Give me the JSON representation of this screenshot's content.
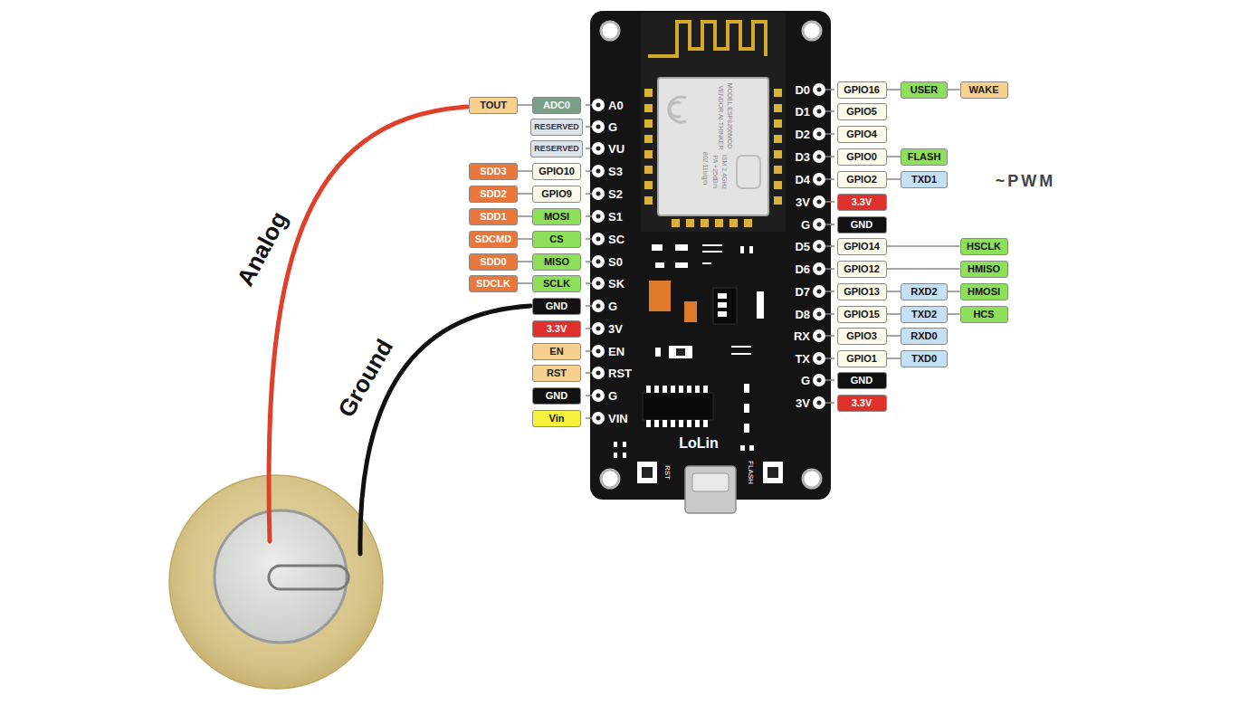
{
  "diagram": {
    "nodes": [
      {
        "text": [
          "TOUT"
        ]
      },
      {
        "text": [
          "ADC0"
        ]
      },
      {
        "text": [
          "RESERVED"
        ]
      },
      {
        "text": [
          "RESERVED"
        ]
      },
      {
        "text": [
          "SDD3"
        ]
      },
      {
        "text": [
          "GPIO10"
        ]
      },
      {
        "text": [
          "SDD2"
        ]
      },
      {
        "text": [
          "GPIO9"
        ]
      },
      {
        "text": [
          "SDD1"
        ]
      },
      {
        "text": [
          "MOSI"
        ]
      },
      {
        "text": [
          "SDCMD"
        ]
      },
      {
        "text": [
          "CS"
        ]
      },
      {
        "text": [
          "SDD0"
        ]
      },
      {
        "text": [
          "MISO"
        ]
      },
      {
        "text": [
          "SDCLK"
        ]
      },
      {
        "text": [
          "SCLK"
        ]
      },
      {
        "text": [
          "GND"
        ]
      },
      {
        "text": [
          "3.3V"
        ]
      },
      {
        "text": [
          "EN"
        ]
      },
      {
        "text": [
          "RST"
        ]
      },
      {
        "text": [
          "GND"
        ]
      },
      {
        "text": [
          "Vin"
        ]
      },
      {
        "text": [
          "GPIO16"
        ]
      },
      {
        "text": [
          "USER"
        ]
      },
      {
        "text": [
          "WAKE"
        ]
      },
      {
        "text": [
          "GPIO5"
        ]
      },
      {
        "text": [
          "GPIO4"
        ]
      },
      {
        "text": [
          "GPIO0"
        ]
      },
      {
        "text": [
          "FLASH"
        ]
      },
      {
        "text": [
          "GPIO2"
        ]
      },
      {
        "text": [
          "TXD1"
        ]
      },
      {
        "text": [
          "3.3V"
        ]
      },
      {
        "text": [
          "GND"
        ]
      },
      {
        "text": [
          "GPIO14"
        ]
      },
      {
        "text": [
          "HSCLK"
        ]
      },
      {
        "text": [
          "GPIO12"
        ]
      },
      {
        "text": [
          "HMISO"
        ]
      },
      {
        "text": [
          "GPIO13"
        ]
      },
      {
        "text": [
          "RXD2"
        ]
      },
      {
        "text": [
          "HMOSI"
        ]
      },
      {
        "text": [
          "GPIO15"
        ]
      },
      {
        "text": [
          "TXD2"
        ]
      },
      {
        "text": [
          "HCS"
        ]
      },
      {
        "text": [
          "GPIO3"
        ]
      },
      {
        "text": [
          "RXD0"
        ]
      },
      {
        "text": [
          "GPIO1"
        ]
      },
      {
        "text": [
          "TXD0"
        ]
      },
      {
        "text": [
          "GND"
        ]
      },
      {
        "text": [
          "3.3V"
        ]
      }
    ],
    "edges": [
      {
        "from": 0,
        "to": 1,
        "arrow": "none"
      },
      {
        "from": 4,
        "to": 5,
        "arrow": "none"
      },
      {
        "from": 6,
        "to": 7,
        "arrow": "none"
      },
      {
        "from": 8,
        "to": 9,
        "arrow": "none"
      },
      {
        "from": 10,
        "to": 11,
        "arrow": "none"
      },
      {
        "from": 12,
        "to": 13,
        "arrow": "none"
      },
      {
        "from": 14,
        "to": 15,
        "arrow": "none"
      },
      {
        "from": 22,
        "to": 23,
        "arrow": "none"
      },
      {
        "from": 23,
        "to": 24,
        "arrow": "none"
      },
      {
        "from": 27,
        "to": 28,
        "arrow": "none"
      },
      {
        "from": 29,
        "to": 30,
        "arrow": "none"
      },
      {
        "from": 33,
        "to": 34,
        "arrow": "none"
      },
      {
        "from": 35,
        "to": 36,
        "arrow": "none"
      },
      {
        "from": 37,
        "to": 38,
        "arrow": "none"
      },
      {
        "from": 38,
        "to": 39,
        "arrow": "none"
      },
      {
        "from": 40,
        "to": 41,
        "arrow": "none"
      },
      {
        "from": 41,
        "to": 42,
        "arrow": "none"
      },
      {
        "from": 43,
        "to": 44,
        "arrow": "none"
      },
      {
        "from": 45,
        "to": 46,
        "arrow": "none"
      }
    ],
    "labels": [
      "A0",
      "G",
      "VU",
      "S3",
      "S2",
      "S1",
      "SC",
      "S0",
      "SK",
      "G",
      "3V",
      "EN",
      "RST",
      "G",
      "VIN",
      "D0",
      "D1",
      "D2",
      "D3",
      "D4",
      "3V",
      "G",
      "D5",
      "D6",
      "D7",
      "D8",
      "RX",
      "TX",
      "G",
      "3V",
      "~PWM",
      "Analog",
      "Ground",
      "LoLin",
      "RST",
      "FLASH",
      "MODEL ESP8266MOD",
      "VENDOR AI-THINKER",
      "ISM 2.4GHz",
      "PA +25dBm",
      "802.11b/g/n"
    ]
  }
}
